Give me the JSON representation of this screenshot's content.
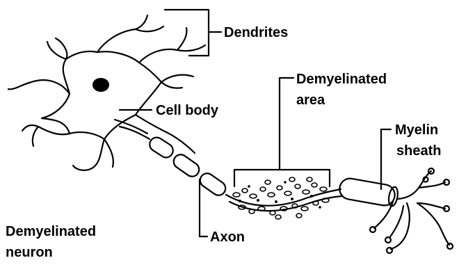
{
  "labels": {
    "dendrites": "Dendrites",
    "demyelinated_area_line1": "Demyelinated",
    "demyelinated_area_line2": "area",
    "cell_body": "Cell body",
    "myelin_sheath_line1": "Myelin",
    "myelin_sheath_line2": "sheath",
    "axon": "Axon",
    "caption_line1": "Demyelinated",
    "caption_line2": "neuron"
  }
}
